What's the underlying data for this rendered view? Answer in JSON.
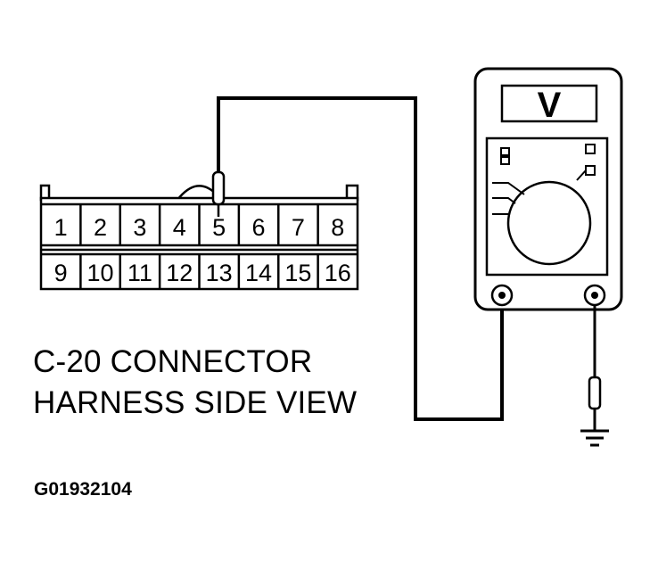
{
  "connector": {
    "top_row": [
      "1",
      "2",
      "3",
      "4",
      "5",
      "6",
      "7",
      "8"
    ],
    "bottom_row": [
      "9",
      "10",
      "11",
      "12",
      "13",
      "14",
      "15",
      "16"
    ],
    "probed_pin": "5"
  },
  "caption": {
    "line1": "C-20 CONNECTOR",
    "line2": "HARNESS SIDE VIEW"
  },
  "meter": {
    "display": "V"
  },
  "figure_id": "G01932104"
}
